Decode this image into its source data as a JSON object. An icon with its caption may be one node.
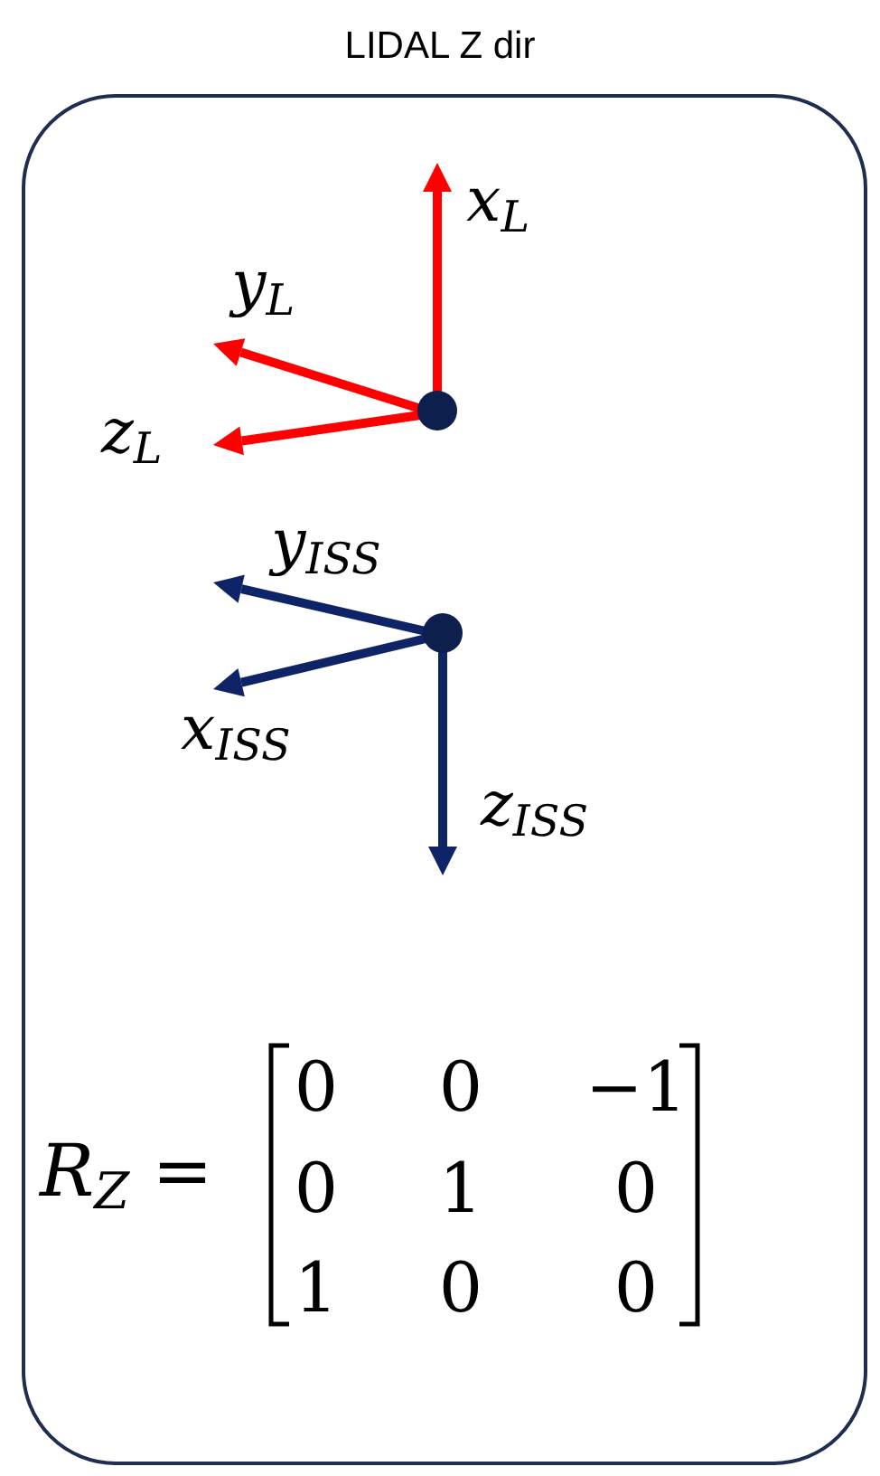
{
  "diagram": {
    "title": "LIDAL Z dir",
    "nodes": [
      {
        "text": [
          "*x*$_{L}$",
          "*y*$_{L}$",
          "*z*$_{L}$",
          "*y*$_{ISS}$",
          "*x*$_{ISS}$",
          "*z*$_{ISS}$",
          "*R*$_{Z}$ =",
          "0",
          "0",
          "−1",
          "0",
          "1",
          "0",
          "1",
          "0",
          "0"
        ]
      }
    ]
  }
}
